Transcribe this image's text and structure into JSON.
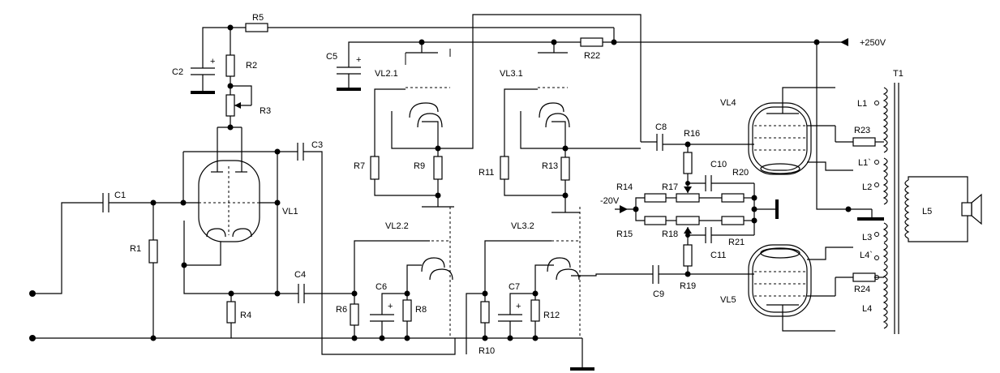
{
  "labels": {
    "R1": "R1",
    "R2": "R2",
    "R3": "R3",
    "R4": "R4",
    "R5": "R5",
    "R6": "R6",
    "R7": "R7",
    "R8": "R8",
    "R9": "R9",
    "R10": "R10",
    "R11": "R11",
    "R12": "R12",
    "R13": "R13",
    "R14": "R14",
    "R15": "R15",
    "R16": "R16",
    "R17": "R17",
    "R18": "R18",
    "R19": "R19",
    "R20": "R20",
    "R21": "R21",
    "R22": "R22",
    "R23": "R23",
    "R24": "R24",
    "C1": "C1",
    "C2": "C2",
    "C3": "C3",
    "C4": "C4",
    "C5": "C5",
    "C6": "C6",
    "C7": "C7",
    "C8": "C8",
    "C9": "C9",
    "C10": "C10",
    "C11": "C11",
    "VL1": "VL1",
    "VL21": "VL2.1",
    "VL22": "VL2.2",
    "VL31": "VL3.1",
    "VL32": "VL3.2",
    "VL4": "VL4",
    "VL5": "VL5",
    "T1": "T1",
    "L1": "L1",
    "L1p": "L1`",
    "L2": "L2",
    "L3": "L3",
    "L4p": "L4`",
    "L4": "L4",
    "L5": "L5",
    "supply_pos": "+250V",
    "supply_neg": "-20V"
  }
}
